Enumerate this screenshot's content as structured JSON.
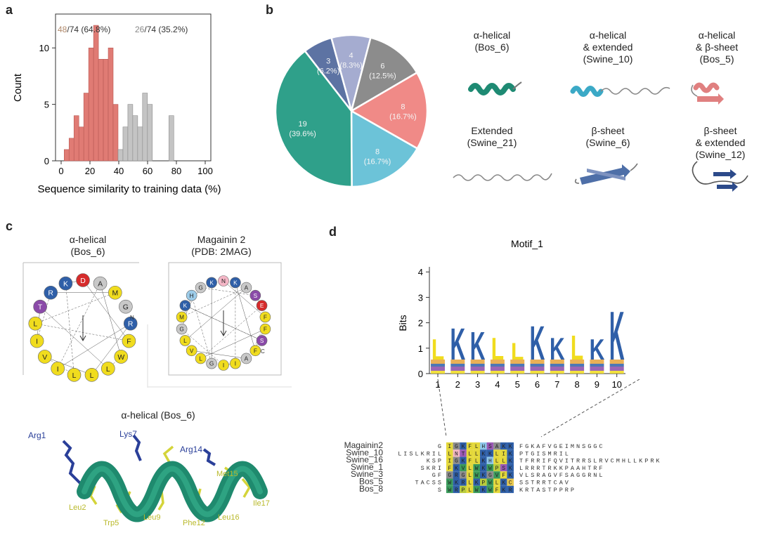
{
  "panels": {
    "a": "a",
    "b": "b",
    "c": "c",
    "d": "d"
  },
  "panel_a": {
    "chart_data": {
      "type": "bar",
      "xlabel": "Sequence similarity to training data (%)",
      "ylabel": "Count",
      "xlim": [
        0,
        100
      ],
      "ylim": [
        0,
        13
      ],
      "xticks": [
        "0",
        "20",
        "40",
        "60",
        "80",
        "100"
      ],
      "yticks": [
        "0",
        "5",
        "10"
      ],
      "annotations": [
        {
          "num": "48",
          "rest": "/74 (64.8%)"
        },
        {
          "num": "26",
          "rest": "/74 (35.2%)"
        }
      ],
      "bin_width": 3.4,
      "series": [
        {
          "color": "#e07b74",
          "bins": [
            [
              3.8,
              1
            ],
            [
              7.2,
              2
            ],
            [
              10.6,
              4
            ],
            [
              14,
              3
            ],
            [
              17.4,
              6
            ],
            [
              20.8,
              10
            ],
            [
              24.2,
              12
            ],
            [
              27.6,
              9
            ],
            [
              31,
              9
            ],
            [
              34.4,
              10
            ],
            [
              37.8,
              5
            ]
          ]
        },
        {
          "color": "#c4c4c4",
          "bins": [
            [
              41.2,
              1
            ],
            [
              44.6,
              3
            ],
            [
              48,
              5
            ],
            [
              51.4,
              4
            ],
            [
              54.8,
              3
            ],
            [
              58.2,
              6
            ],
            [
              61.6,
              5
            ],
            [
              76.5,
              4
            ]
          ]
        }
      ]
    }
  },
  "panel_b": {
    "chart_data": {
      "type": "pie",
      "slices": [
        {
          "value": 3,
          "label_n": "3",
          "label_p": "(6.2%)",
          "color": "#5d73a3"
        },
        {
          "value": 4,
          "label_n": "4",
          "label_p": "(8.3%)",
          "color": "#a5acd0"
        },
        {
          "value": 6,
          "label_n": "6",
          "label_p": "(12.5%)",
          "color": "#8c8c8c"
        },
        {
          "value": 8,
          "label_n": "8",
          "label_p": "(16.7%)",
          "color": "#f08a87"
        },
        {
          "value": 8,
          "label_n": "8",
          "label_p": "(16.7%)",
          "color": "#6cc3d8"
        },
        {
          "value": 19,
          "label_n": "19",
          "label_p": "(39.6%)",
          "color": "#2fa08a"
        }
      ]
    },
    "structures": [
      {
        "l1": "α-helical",
        "l2": "(Bos_6)",
        "l3": ""
      },
      {
        "l1": "α-helical",
        "l2": "& extended",
        "l3": "(Swine_10)"
      },
      {
        "l1": "α-helical",
        "l2": "& β-sheet",
        "l3": "(Bos_5)"
      },
      {
        "l1": "Extended",
        "l2": "(Swine_21)",
        "l3": ""
      },
      {
        "l1": "β-sheet",
        "l2": "(Swine_6)",
        "l3": ""
      },
      {
        "l1": "β-sheet",
        "l2": "& extended",
        "l3": "(Swine_12)"
      }
    ]
  },
  "panel_c": {
    "wheel1": {
      "l1": "α-helical",
      "l2": "(Bos_6)"
    },
    "wheel2": {
      "l1": "Magainin 2",
      "l2": "(PDB: 2MAG)"
    },
    "wheel1_residues": [
      {
        "aa": "D",
        "c": "#d62b2b"
      },
      {
        "aa": "A",
        "c": "#c8c8c8"
      },
      {
        "aa": "M",
        "c": "#f0dc1e"
      },
      {
        "aa": "G",
        "c": "#c8c8c8"
      },
      {
        "aa": "R",
        "c": "#2f5fa8"
      },
      {
        "aa": "F",
        "c": "#f0dc1e"
      },
      {
        "aa": "W",
        "c": "#f0dc1e"
      },
      {
        "aa": "L",
        "c": "#f0dc1e"
      },
      {
        "aa": "L",
        "c": "#f0dc1e"
      },
      {
        "aa": "L",
        "c": "#f0dc1e"
      },
      {
        "aa": "I",
        "c": "#f0dc1e"
      },
      {
        "aa": "V",
        "c": "#f0dc1e"
      },
      {
        "aa": "I",
        "c": "#f0dc1e"
      },
      {
        "aa": "L",
        "c": "#f0dc1e"
      },
      {
        "aa": "T",
        "c": "#8a4aa8"
      },
      {
        "aa": "R",
        "c": "#2f5fa8"
      },
      {
        "aa": "K",
        "c": "#2f5fa8"
      }
    ],
    "wheel2_residues": [
      {
        "aa": "N",
        "c": "#f4b6c6"
      },
      {
        "aa": "K",
        "c": "#2f5fa8"
      },
      {
        "aa": "A",
        "c": "#c8c8c8"
      },
      {
        "aa": "S",
        "c": "#8a4aa8"
      },
      {
        "aa": "E",
        "c": "#d62b2b"
      },
      {
        "aa": "F",
        "c": "#f0dc1e"
      },
      {
        "aa": "F",
        "c": "#f0dc1e"
      },
      {
        "aa": "S",
        "c": "#8a4aa8"
      },
      {
        "aa": "F",
        "c": "#f0dc1e"
      },
      {
        "aa": "A",
        "c": "#c8c8c8"
      },
      {
        "aa": "I",
        "c": "#f0dc1e"
      },
      {
        "aa": "I",
        "c": "#f0dc1e"
      },
      {
        "aa": "G",
        "c": "#c8c8c8"
      },
      {
        "aa": "L",
        "c": "#f0dc1e"
      },
      {
        "aa": "V",
        "c": "#f0dc1e"
      },
      {
        "aa": "L",
        "c": "#f0dc1e"
      },
      {
        "aa": "G",
        "c": "#c8c8c8"
      },
      {
        "aa": "M",
        "c": "#f0dc1e"
      },
      {
        "aa": "K",
        "c": "#2f5fa8"
      },
      {
        "aa": "H",
        "c": "#9ccbe8"
      },
      {
        "aa": "G",
        "c": "#c8c8c8"
      },
      {
        "aa": "K",
        "c": "#2f5fa8"
      }
    ],
    "wheel1_end": "N",
    "wheel2_end": "C",
    "helix_title": "α-helical (Bos_6)",
    "residue_labels": {
      "blue": [
        "Arg1",
        "Lys7",
        "Arg14"
      ],
      "yellow": [
        "Leu2",
        "Trp5",
        "Leu9",
        "Phe12",
        "Leu16",
        "Met15",
        "Ile17"
      ]
    }
  },
  "panel_d": {
    "chart_data": {
      "type": "bar",
      "title": "Motif_1",
      "ylabel": "Bits",
      "ylim": [
        0,
        4.2
      ],
      "yticks": [
        "0",
        "1",
        "2",
        "3",
        "4"
      ],
      "categories": [
        "1",
        "2",
        "3",
        "4",
        "5",
        "6",
        "7",
        "8",
        "9",
        "10"
      ],
      "top_letters": [
        "L",
        "K",
        "K",
        "L",
        "L",
        "K",
        "K",
        "L",
        "K",
        "K"
      ],
      "top_bits": [
        0.85,
        1.3,
        1.15,
        0.9,
        0.7,
        1.4,
        0.9,
        1.0,
        0.85,
        2.0
      ],
      "top_colors": [
        "#f0dc1e",
        "#2f5fa8",
        "#2f5fa8",
        "#f0dc1e",
        "#f0dc1e",
        "#2f5fa8",
        "#2f5fa8",
        "#f0dc1e",
        "#2f5fa8",
        "#2f5fa8"
      ]
    },
    "alignment": [
      {
        "name": "Magainin2",
        "pre": "G",
        "motif": "IGKFLHSAKK",
        "post": "FGKAFVGEIMNSGGC"
      },
      {
        "name": "Swine_10",
        "pre": "LISLKRIL",
        "motif": "LNTLLKKLIK",
        "post": "PTGISMRIL"
      },
      {
        "name": "Swine_16",
        "pre": "KSP",
        "motif": "IGKFLKHLLK",
        "post": "TFRRIFQVITRRSLRVCMHLLKPRK"
      },
      {
        "name": "Swine_1",
        "pre": "SKRI",
        "motif": "FKVLWKWPSK",
        "post": "LRRRTRKKPAAHTRF"
      },
      {
        "name": "Swine_3",
        "pre": "GF",
        "motif": "GRGLWKGVFK",
        "post": "VLSRAGVFSAGGRNL"
      },
      {
        "name": "Bos_5",
        "pre": "TACSS",
        "motif": "WKRLKPWLKC",
        "post": "SSTRRTCAV"
      },
      {
        "name": "Bos_8",
        "pre": "S",
        "motif": "WRPLWKWFKR",
        "post": "KRTASTPPRP"
      }
    ],
    "aa_colors": {
      "K": "#2f5fa8",
      "R": "#2f5fa8",
      "H": "#8ec6ea",
      "L": "#e4d83a",
      "I": "#e4d83a",
      "F": "#e4d83a",
      "W": "#3a9a5b",
      "V": "#3a9a5b",
      "M": "#e4d83a",
      "P": "#b9cc3a",
      "A": "#8c8c8c",
      "G": "#8c8c8c",
      "S": "#9b59b6",
      "T": "#9b59b6",
      "N": "#f2b7c3",
      "C": "#e8c84e",
      "D": "#c0392b",
      "E": "#c0392b"
    }
  }
}
